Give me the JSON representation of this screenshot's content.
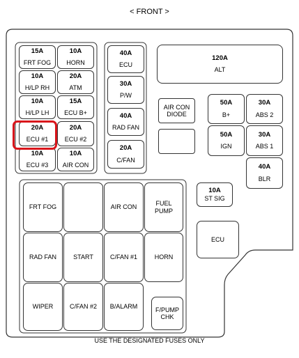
{
  "header": {
    "front_label": "< FRONT >"
  },
  "fuses": {
    "frt_fog": {
      "amp": "15A",
      "name": "FRT FOG"
    },
    "horn": {
      "amp": "10A",
      "name": "HORN"
    },
    "hlp_rh": {
      "amp": "10A",
      "name": "H/LP RH"
    },
    "atm": {
      "amp": "20A",
      "name": "ATM"
    },
    "hlp_lh": {
      "amp": "10A",
      "name": "H/LP LH"
    },
    "ecu_b": {
      "amp": "15A",
      "name": "ECU B+"
    },
    "ecu1": {
      "amp": "20A",
      "name": "ECU #1",
      "highlighted": true
    },
    "ecu2": {
      "amp": "20A",
      "name": "ECU #2"
    },
    "ecu3": {
      "amp": "10A",
      "name": "ECU #3"
    },
    "air_con": {
      "amp": "10A",
      "name": "AIR CON"
    },
    "ecu": {
      "amp": "40A",
      "name": "ECU"
    },
    "pw": {
      "amp": "30A",
      "name": "P/W"
    },
    "rad_fan": {
      "amp": "40A",
      "name": "RAD FAN"
    },
    "cfan": {
      "amp": "20A",
      "name": "C/FAN"
    },
    "alt": {
      "amp": "120A",
      "name": "ALT"
    },
    "bplus": {
      "amp": "50A",
      "name": "B+"
    },
    "abs2": {
      "amp": "30A",
      "name": "ABS 2"
    },
    "ign": {
      "amp": "50A",
      "name": "IGN"
    },
    "abs1": {
      "amp": "30A",
      "name": "ABS 1"
    },
    "blr": {
      "amp": "40A",
      "name": "BLR"
    },
    "st_sig": {
      "amp": "10A",
      "name": "ST SIG"
    }
  },
  "air_con_diode": "AIR CON\nDIODE",
  "relays": {
    "frt_fog": "FRT FOG",
    "blank": "",
    "air_con": "AIR CON",
    "fuel_pump": "FUEL\nPUMP",
    "rad_fan": "RAD FAN",
    "start": "START",
    "cfan1": "C/FAN #1",
    "horn": "HORN",
    "wiper": "WIPER",
    "cfan2": "C/FAN #2",
    "balarm": "B/ALARM",
    "fpump_chk": "F/PUMP\nCHK",
    "ecu": "ECU"
  },
  "footer": "USE THE DESIGNATED FUSES ONLY",
  "colors": {
    "highlight": "#d9151b",
    "outline": "#333333"
  }
}
